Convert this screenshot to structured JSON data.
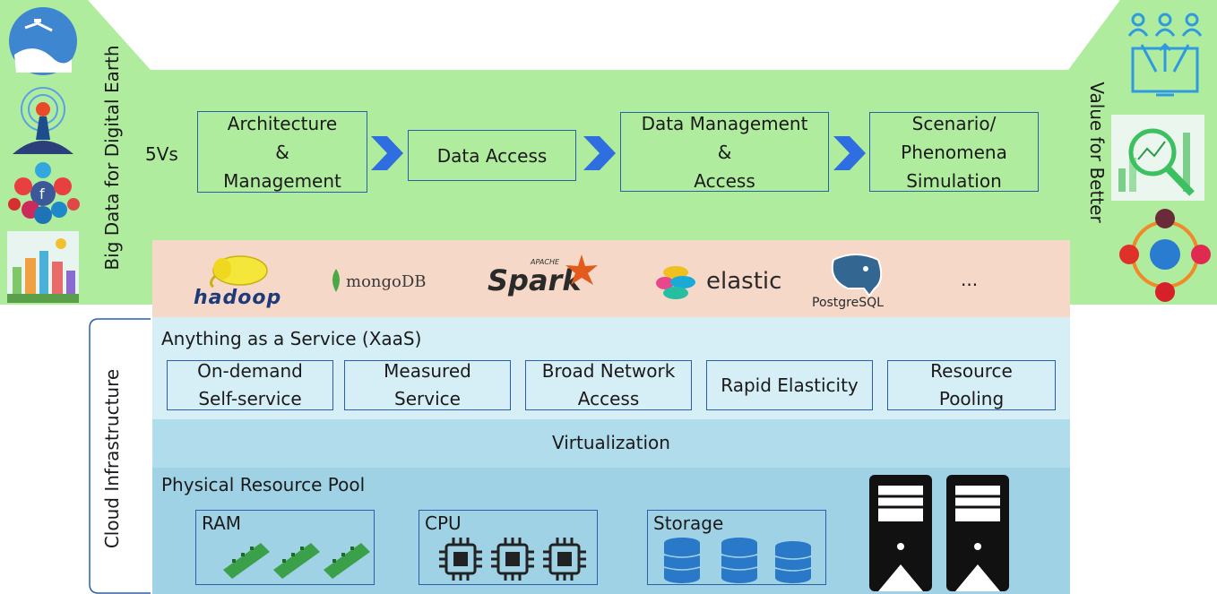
{
  "left_label": "Big Data for Digital Earth",
  "right_label": "Value for Better",
  "fivevs_label": "5Vs",
  "pipeline": {
    "steps": [
      {
        "lines": [
          "Architecture",
          "&",
          "Management"
        ]
      },
      {
        "lines": [
          "Data Access"
        ]
      },
      {
        "lines": [
          "Data Management",
          "&",
          "Access"
        ]
      },
      {
        "lines": [
          "Scenario/",
          "Phenomena",
          "Simulation"
        ]
      }
    ]
  },
  "technologies": {
    "hadoop": "hadoop",
    "mongodb": "mongoDB",
    "spark_small": "APACHE",
    "spark": "Spark",
    "elastic": "elastic",
    "postgres": "PostgreSQL",
    "more": "..."
  },
  "cloud_label": "Cloud Infrastructure",
  "xaas": {
    "title": "Anything as a Service (XaaS)",
    "services": [
      {
        "lines": [
          "On-demand",
          "Self-service"
        ]
      },
      {
        "lines": [
          "Measured",
          "Service"
        ]
      },
      {
        "lines": [
          "Broad Network",
          "Access"
        ]
      },
      {
        "lines": [
          "Rapid Elasticity"
        ]
      },
      {
        "lines": [
          "Resource",
          "Pooling"
        ]
      }
    ]
  },
  "virtualization": "Virtualization",
  "physical": {
    "title": "Physical Resource Pool",
    "ram": "RAM",
    "cpu": "CPU",
    "storage": "Storage"
  },
  "colors": {
    "green": "#b0ec9e",
    "peach": "#f5d8c8",
    "light_blue": "#d6eef5",
    "mid_blue": "#b0dcec",
    "phys_blue": "#a0d2e6",
    "box_border": "#2a5fb0",
    "chevron": "#2f6ee0"
  },
  "icons": [
    "satellite-earth-icon",
    "broadcast-tower-icon",
    "social-media-icon",
    "smart-city-icon",
    "users-network-icon",
    "analytics-magnifier-icon",
    "decision-cycle-icon",
    "hadoop-elephant-icon",
    "mongodb-leaf-icon",
    "elastic-logo-icon",
    "postgres-elephant-icon",
    "ram-module-icon",
    "cpu-chip-icon",
    "database-icon",
    "server-tower-icon"
  ]
}
